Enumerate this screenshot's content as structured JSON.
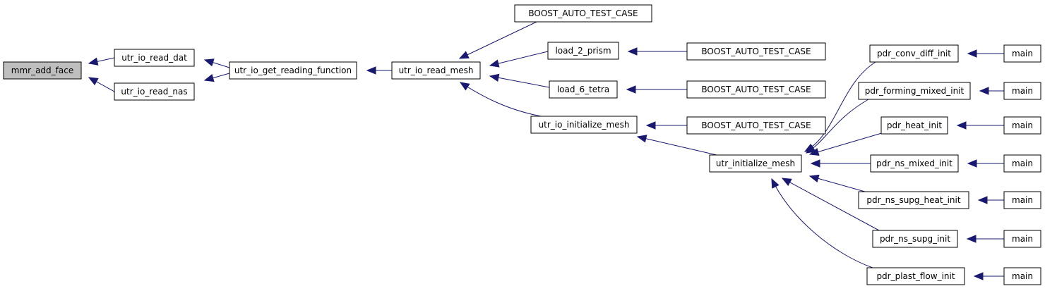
{
  "graph": {
    "colors": {
      "edge": "#191970",
      "node_border": "#000000",
      "root_fill": "#bfbfbf",
      "node_fill": "#ffffff"
    },
    "nodes": [
      {
        "id": "mmr_add_face",
        "label": "mmr_add_face",
        "root": true
      },
      {
        "id": "utr_io_read_dat",
        "label": "utr_io_read_dat"
      },
      {
        "id": "utr_io_read_nas",
        "label": "utr_io_read_nas"
      },
      {
        "id": "utr_io_get_reading_function",
        "label": "utr_io_get_reading_function"
      },
      {
        "id": "utr_io_read_mesh",
        "label": "utr_io_read_mesh"
      },
      {
        "id": "boost_top",
        "label": "BOOST_AUTO_TEST_CASE"
      },
      {
        "id": "load_2_prism",
        "label": "load_2_prism"
      },
      {
        "id": "load_6_tetra",
        "label": "load_6_tetra"
      },
      {
        "id": "utr_io_initialize_mesh",
        "label": "utr_io_initialize_mesh"
      },
      {
        "id": "boost_prism",
        "label": "BOOST_AUTO_TEST_CASE"
      },
      {
        "id": "boost_tetra",
        "label": "BOOST_AUTO_TEST_CASE"
      },
      {
        "id": "boost_init",
        "label": "BOOST_AUTO_TEST_CASE"
      },
      {
        "id": "utr_initialize_mesh",
        "label": "utr_initialize_mesh"
      },
      {
        "id": "pdr_conv_diff_init",
        "label": "pdr_conv_diff_init"
      },
      {
        "id": "pdr_forming_mixed_init",
        "label": "pdr_forming_mixed_init"
      },
      {
        "id": "pdr_heat_init",
        "label": "pdr_heat_init"
      },
      {
        "id": "pdr_ns_mixed_init",
        "label": "pdr_ns_mixed_init"
      },
      {
        "id": "pdr_ns_supg_heat_init",
        "label": "pdr_ns_supg_heat_init"
      },
      {
        "id": "pdr_ns_supg_init",
        "label": "pdr_ns_supg_init"
      },
      {
        "id": "pdr_plast_flow_init",
        "label": "pdr_plast_flow_init"
      },
      {
        "id": "main_1",
        "label": "main"
      },
      {
        "id": "main_2",
        "label": "main"
      },
      {
        "id": "main_3",
        "label": "main"
      },
      {
        "id": "main_4",
        "label": "main"
      },
      {
        "id": "main_5",
        "label": "main"
      },
      {
        "id": "main_6",
        "label": "main"
      },
      {
        "id": "main_7",
        "label": "main"
      }
    ],
    "edges": [
      {
        "from": "utr_io_read_dat",
        "to": "mmr_add_face"
      },
      {
        "from": "utr_io_read_nas",
        "to": "mmr_add_face"
      },
      {
        "from": "utr_io_get_reading_function",
        "to": "utr_io_read_dat"
      },
      {
        "from": "utr_io_get_reading_function",
        "to": "utr_io_read_nas"
      },
      {
        "from": "utr_io_read_mesh",
        "to": "utr_io_get_reading_function"
      },
      {
        "from": "boost_top",
        "to": "utr_io_read_mesh"
      },
      {
        "from": "load_2_prism",
        "to": "utr_io_read_mesh"
      },
      {
        "from": "load_6_tetra",
        "to": "utr_io_read_mesh"
      },
      {
        "from": "utr_io_initialize_mesh",
        "to": "utr_io_read_mesh"
      },
      {
        "from": "boost_prism",
        "to": "load_2_prism"
      },
      {
        "from": "boost_tetra",
        "to": "load_6_tetra"
      },
      {
        "from": "boost_init",
        "to": "utr_io_initialize_mesh"
      },
      {
        "from": "utr_initialize_mesh",
        "to": "utr_io_initialize_mesh"
      },
      {
        "from": "pdr_conv_diff_init",
        "to": "utr_initialize_mesh"
      },
      {
        "from": "pdr_forming_mixed_init",
        "to": "utr_initialize_mesh"
      },
      {
        "from": "pdr_heat_init",
        "to": "utr_initialize_mesh"
      },
      {
        "from": "pdr_ns_mixed_init",
        "to": "utr_initialize_mesh"
      },
      {
        "from": "pdr_ns_supg_heat_init",
        "to": "utr_initialize_mesh"
      },
      {
        "from": "pdr_ns_supg_init",
        "to": "utr_initialize_mesh"
      },
      {
        "from": "pdr_plast_flow_init",
        "to": "utr_initialize_mesh"
      },
      {
        "from": "main_1",
        "to": "pdr_conv_diff_init"
      },
      {
        "from": "main_2",
        "to": "pdr_forming_mixed_init"
      },
      {
        "from": "main_3",
        "to": "pdr_heat_init"
      },
      {
        "from": "main_4",
        "to": "pdr_ns_mixed_init"
      },
      {
        "from": "main_5",
        "to": "pdr_ns_supg_heat_init"
      },
      {
        "from": "main_6",
        "to": "pdr_ns_supg_init"
      },
      {
        "from": "main_7",
        "to": "pdr_plast_flow_init"
      }
    ]
  }
}
